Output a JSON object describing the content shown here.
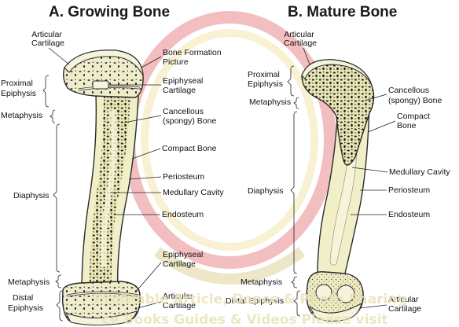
{
  "growing": {
    "title": "A. Growing Bone",
    "labels": {
      "articular_cartilage_top": [
        "Articular",
        "Cartilage"
      ],
      "bone_formation_picture": [
        "Bone Formation",
        "Picture"
      ],
      "epiphyseal_cartilage_top": [
        "Epiphyseal",
        "Cartilage"
      ],
      "cancellous_bone": [
        "Cancellous",
        "(spongy) Bone"
      ],
      "compact_bone": [
        "Compact Bone"
      ],
      "periosteum": [
        "Periosteum"
      ],
      "medullary_cavity": [
        "Medullary Cavity"
      ],
      "endosteum": [
        "Endosteum"
      ],
      "epiphyseal_cartilage_bottom": [
        "Epiphyseal",
        "Cartilage"
      ],
      "articular_cartilage_bottom": [
        "Articular",
        "Cartilage"
      ],
      "proximal_epiphysis": [
        "Proximal",
        "Epiphysis"
      ],
      "metaphysis_top": [
        "Metaphysis"
      ],
      "diaphysis": [
        "Diaphysis"
      ],
      "metaphysis_bottom": [
        "Metaphysis"
      ],
      "distal_epiphysis": [
        "Distal",
        "Epiphysis"
      ]
    }
  },
  "mature": {
    "title": "B. Mature Bone",
    "labels": {
      "articular_cartilage_top": [
        "Articular",
        "Cartilage"
      ],
      "proximal_epiphysis": [
        "Proximal",
        "Epiphysis"
      ],
      "metaphysis_top": [
        "Metaphysis"
      ],
      "cancellous_bone": [
        "Cancellous",
        "(spongy) Bone"
      ],
      "compact_bone": [
        "Compact",
        "Bone"
      ],
      "medullary_cavity": [
        "Medullary Cavity"
      ],
      "diaphysis": [
        "Diaphysis"
      ],
      "periosteum": [
        "Periosteum"
      ],
      "endosteum": [
        "Endosteum"
      ],
      "metaphysis_bottom": [
        "Metaphysis"
      ],
      "distal_epiphysis": [
        "Distal Epiphysis"
      ],
      "articular_cartilage_bottom": [
        "Articular",
        "Cartilage"
      ]
    }
  },
  "watermark": {
    "line1": "Profitable Article, Dance & Photo Sharing",
    "line2": "ce Books Guides & Videos Please visit"
  },
  "colors": {
    "bone_fill": "#f1efc8",
    "head_fill": "#e8e6b4",
    "spongy_dots": "#1d1d1d",
    "cavity_fill": "#f6f4d8",
    "outline": "#2b2b2b",
    "watermark_red": "#d8262e",
    "watermark_yellow": "#f2e9a0"
  }
}
